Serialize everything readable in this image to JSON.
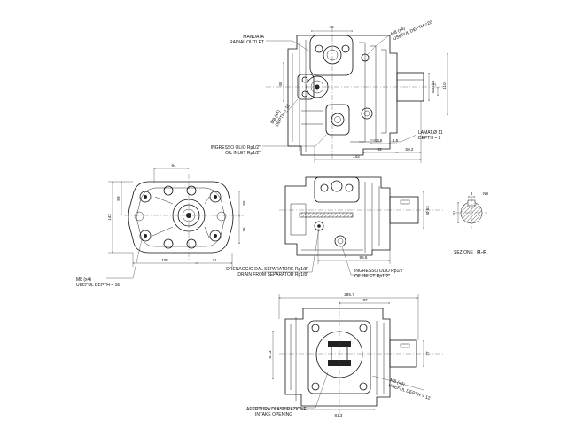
{
  "top_view": {
    "mandata_it": "MANDATA",
    "mandata_en": "RADIAL OUTLET",
    "m_top_1": "M8 (x4)",
    "m_top_2": "USEFUL DEPTH =20",
    "dim_46": "46",
    "dim_45": "45",
    "dim_phi": "Ø32h8",
    "dim_27": "27",
    "dim_110": "110",
    "m8_side_1": "M8 (x4)",
    "m8_side_2": "DEPTH = 15",
    "lamatura_1": "LAMAT.Ø 11",
    "lamatura_2": "DEPTH = 2",
    "dim_48_5": "48.5",
    "dim_4_5": "4.5",
    "dim_53": "53",
    "dim_50_2": "50.2",
    "dim_142": "142",
    "inlet_it": "INGRESSO OLIO Rp1/2\"",
    "inlet_en": "OIL INLET Rp1/2\""
  },
  "front_view": {
    "dim_64": "64",
    "dim_89": "89",
    "dim_142": "142",
    "dim_55": "55",
    "dim_76": "76",
    "dim_105": "105",
    "dim_41": "41",
    "m8_1": "M8 (x4)",
    "m8_2": "USEFUL DEPTH = 15"
  },
  "side_view": {
    "drain_it": "DRENAGGIO DAL SEPARATORE Rp1/8\"",
    "drain_en": "DRAIN FROM SEPARATOR Rp1/8\"",
    "inlet_it": "INGRESSO OLIO Rp1/2\"",
    "inlet_en": "OIL INLET Rp1/2\"",
    "dim_phi": "Ø 62",
    "dim_96_5": "96.5"
  },
  "section": {
    "dim_top": "8",
    "dim_n9": "N9",
    "dim_31": "31",
    "title": "SEZIONE",
    "name": "B-B"
  },
  "bottom_view": {
    "dim_285_7": "285.7",
    "dim_87": "87",
    "dim_81_3_v": "81.3",
    "dim_27": "27",
    "dim_81_3_h": "81.3",
    "m8_1": "M8 (x4)",
    "m8_2": "USEFUL DEPTH = 12",
    "intake_it": "APERTURA DI ASPIRAZIONE",
    "intake_en": "INTAKE OPENING"
  }
}
